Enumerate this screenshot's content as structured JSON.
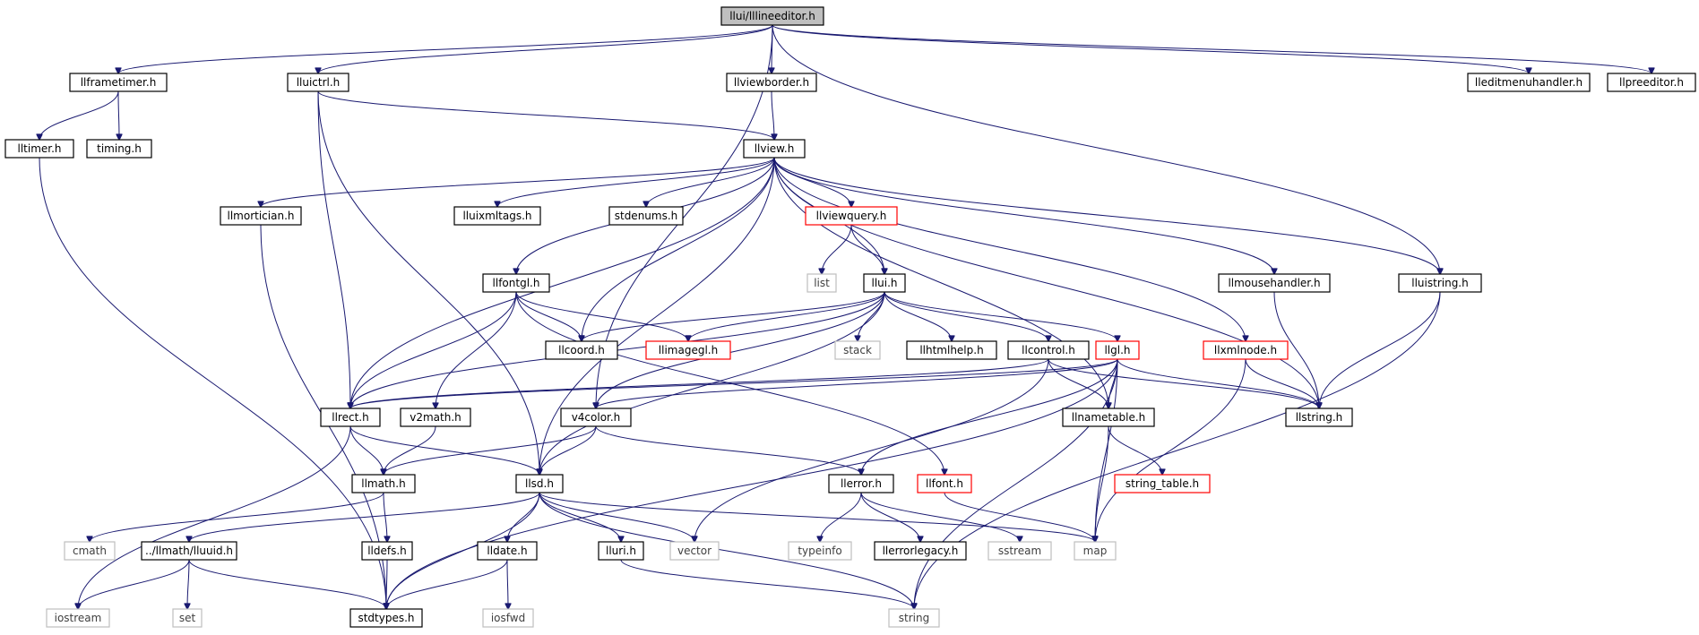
{
  "colors": {
    "edge": "#191970",
    "root_fill": "#bfbfbf",
    "red_border": "#ff0000",
    "gray_border": "#bfbfbf"
  },
  "nodes": {
    "root": "llui/lllineeditor.h",
    "llframetimer": "llframetimer.h",
    "lluictrl": "lluictrl.h",
    "llviewborder": "llviewborder.h",
    "lleditmenuhandler": "lleditmenuhandler.h",
    "llpreeditor": "llpreeditor.h",
    "lltimer": "lltimer.h",
    "timing": "timing.h",
    "llview": "llview.h",
    "llmortician": "llmortician.h",
    "lluixmltags": "lluixmltags.h",
    "stdenums": "stdenums.h",
    "llviewquery": "llviewquery.h",
    "llfontgl": "llfontgl.h",
    "list": "list",
    "llui": "llui.h",
    "llmousehandler": "llmousehandler.h",
    "lluistring": "lluistring.h",
    "llcoord": "llcoord.h",
    "llimagegl": "llimagegl.h",
    "stack": "stack",
    "llhtmlhelp": "llhtmlhelp.h",
    "llcontrol": "llcontrol.h",
    "llgl": "llgl.h",
    "llxmlnode": "llxmlnode.h",
    "llrect": "llrect.h",
    "v2math": "v2math.h",
    "v4color": "v4color.h",
    "llnametable": "llnametable.h",
    "llstring": "llstring.h",
    "llmath": "llmath.h",
    "llsd": "llsd.h",
    "llerror": "llerror.h",
    "llfont": "llfont.h",
    "string_table": "string_table.h",
    "cmath": "cmath",
    "lluuid": "../llmath/lluuid.h",
    "lldefs": "lldefs.h",
    "lldate": "lldate.h",
    "lluri": "lluri.h",
    "vector": "vector",
    "typeinfo": "typeinfo",
    "llerrorlegacy": "llerrorlegacy.h",
    "sstream": "sstream",
    "map": "map",
    "iostream": "iostream",
    "set": "set",
    "stdtypes": "stdtypes.h",
    "iosfwd": "iosfwd",
    "string": "string"
  }
}
